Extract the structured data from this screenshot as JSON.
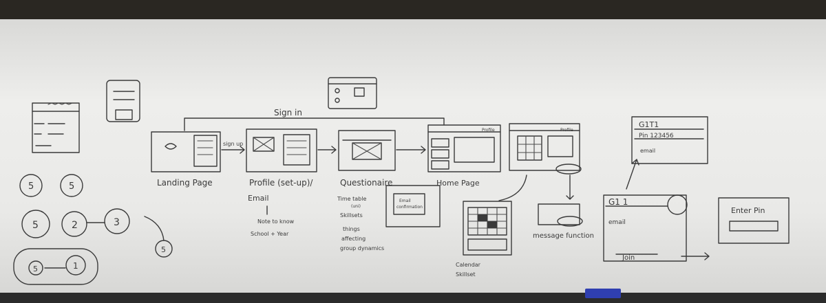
{
  "labels": {
    "sign_in": "Sign in",
    "sign_up": "sign up",
    "landing_page": "Landing Page",
    "profile": "Profile (set-up)/",
    "email": "Email",
    "note": "Note to know",
    "school_year": "School + Year",
    "questionnaire": "Questionaire",
    "timetable": "Time table",
    "timetable_sub": "(uni)",
    "skillsets": "Skillsets",
    "things": "things",
    "affecting": "affecting",
    "group": "group dynamics",
    "email_conf_1": "Email",
    "email_conf_2": "confirmation",
    "home_page": "Home Page",
    "profile_tab": "Profile",
    "message_fn": "message function",
    "calendar": "Calendar",
    "skillset": "Skillset",
    "enter_pin": "Enter Pin",
    "g1t1": "G1T1",
    "pin_num": "Pin 123456",
    "email_small": "email",
    "g1_1": "G1 1",
    "join": "Join",
    "n5": "5",
    "n2": "2",
    "n3": "3",
    "n1": "1"
  }
}
